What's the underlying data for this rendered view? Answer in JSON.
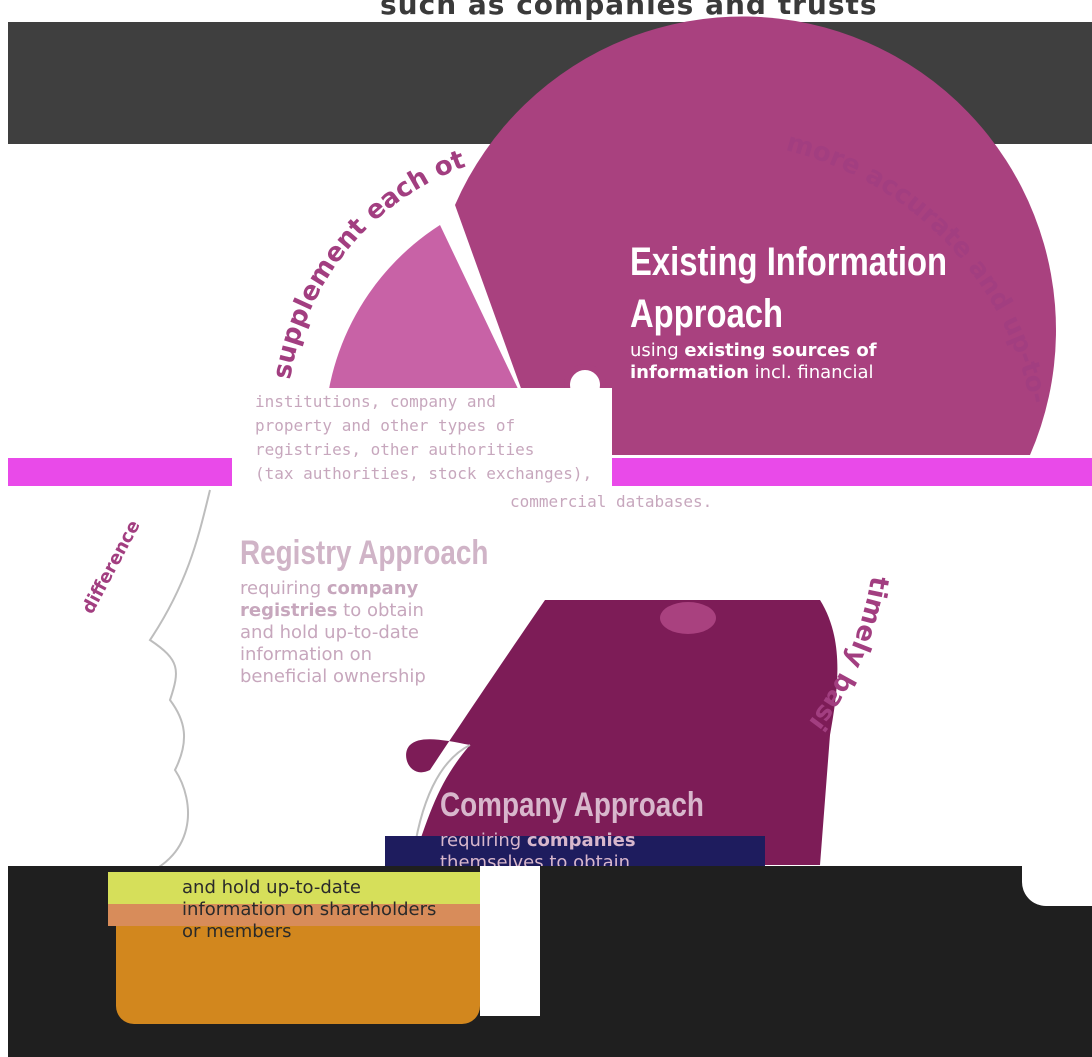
{
  "header": {
    "cut_text": "such as companies and trusts"
  },
  "arc_labels": {
    "top_left": "supplement each other",
    "top_right": "more accurate and up-to-date",
    "right_side": "timely basis",
    "left_side": "difference"
  },
  "panels": {
    "existing": {
      "title_line1": "Existing Information",
      "title_line2": "Approach",
      "body_pre": "using ",
      "body_bold": "existing sources of information",
      "body_post": " incl. financial"
    },
    "existing_overflow": {
      "line1": "institutions, company and",
      "line2": "property and other types of",
      "line3": "registries, other authorities",
      "line4": "(tax authorities, stock exchanges),",
      "line5": "commercial databases."
    },
    "registry": {
      "title": "Registry Approach",
      "line1_pre": "requiring ",
      "line1_bold": "company",
      "line2_bold": "registries",
      "line2_post": " to obtain",
      "line3": "and hold up-to-date",
      "line4": "information on",
      "line5": "beneficial ownership"
    },
    "company": {
      "title": "Company Approach",
      "line1_pre": "requiring ",
      "line1_bold": "companies",
      "line2": "themselves to obtain",
      "line3": "and hold up-to-date",
      "line4": "information on shareholders",
      "line5": "or members"
    }
  },
  "colors": {
    "dark_band": "#3f3f3f",
    "magenta_band": "#e94ae9",
    "existing_fill": "#a9417f",
    "supplement_fill": "#c862a6",
    "company_fill": "#7d1c57",
    "arc_text": "#a23e80",
    "base_yellow": "#d6df5a",
    "base_salmon": "#d88c5a",
    "base_orange": "#d2871e",
    "bottom_dark": "#1f1f1f",
    "navy": "#1e1c5e"
  }
}
